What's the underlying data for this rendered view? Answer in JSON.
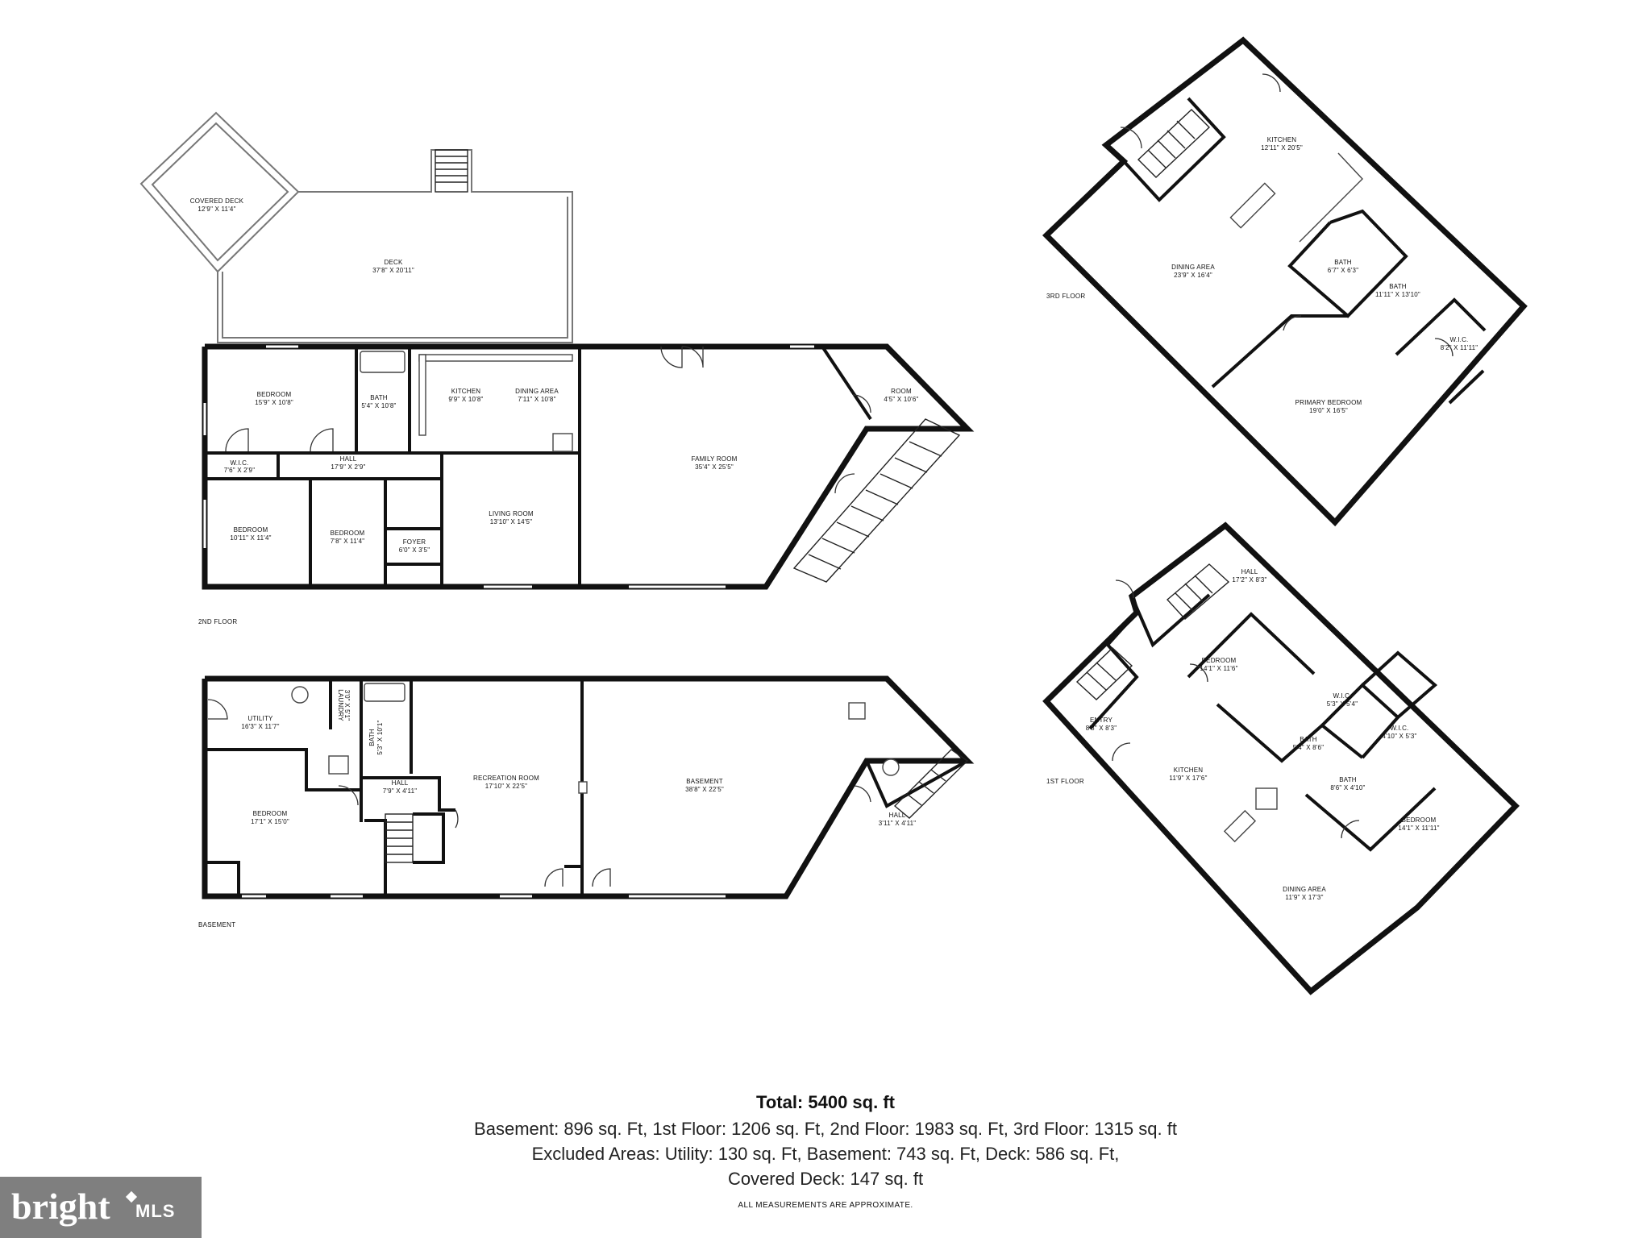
{
  "floors": {
    "second": {
      "label": "2ND FLOOR",
      "rooms": [
        {
          "name": "COVERED DECK",
          "dims": "12'9\" X 11'4\""
        },
        {
          "name": "DECK",
          "dims": "37'8\" X 20'11\""
        },
        {
          "name": "BEDROOM",
          "dims": "15'9\" X 10'8\""
        },
        {
          "name": "BATH",
          "dims": "5'4\" X 10'8\""
        },
        {
          "name": "KITCHEN",
          "dims": "9'9\" X 10'8\""
        },
        {
          "name": "DINING AREA",
          "dims": "7'11\" X 10'8\""
        },
        {
          "name": "FAMILY ROOM",
          "dims": "35'4\" X 25'5\""
        },
        {
          "name": "ROOM",
          "dims": "4'5\" X 10'6\""
        },
        {
          "name": "W.I.C.",
          "dims": "7'6\" X 2'9\""
        },
        {
          "name": "HALL",
          "dims": "17'9\" X 2'9\""
        },
        {
          "name": "BEDROOM",
          "dims": "10'11\" X 11'4\""
        },
        {
          "name": "BEDROOM",
          "dims": "7'8\" X 11'4\""
        },
        {
          "name": "FOYER",
          "dims": "6'0\" X 3'5\""
        },
        {
          "name": "LIVING ROOM",
          "dims": "13'10\" X 14'5\""
        }
      ]
    },
    "basement": {
      "label": "BASEMENT",
      "rooms": [
        {
          "name": "UTILITY",
          "dims": "16'3\" X 11'7\""
        },
        {
          "name": "LAUNDRY",
          "dims": "3'0\" X 5'1\""
        },
        {
          "name": "BATH",
          "dims": "5'3\" X 10'1\""
        },
        {
          "name": "RECREATION ROOM",
          "dims": "17'10\" X 22'5\""
        },
        {
          "name": "BASEMENT",
          "dims": "38'8\" X 22'5\""
        },
        {
          "name": "BEDROOM",
          "dims": "17'1\" X 15'0\""
        },
        {
          "name": "HALL",
          "dims": "7'9\" X 4'11\""
        },
        {
          "name": "HALL",
          "dims": "3'11\" X 4'11\""
        }
      ]
    },
    "third": {
      "label": "3RD FLOOR",
      "rooms": [
        {
          "name": "KITCHEN",
          "dims": "12'11\" X 20'5\""
        },
        {
          "name": "DINING AREA",
          "dims": "23'9\" X 16'4\""
        },
        {
          "name": "BATH",
          "dims": "6'7\" X 6'3\""
        },
        {
          "name": "BATH",
          "dims": "11'11\" X 13'10\""
        },
        {
          "name": "W.I.C.",
          "dims": "8'2\" X 11'11\""
        },
        {
          "name": "PRIMARY BEDROOM",
          "dims": "19'0\" X 16'5\""
        }
      ]
    },
    "first": {
      "label": "1ST FLOOR",
      "rooms": [
        {
          "name": "HALL",
          "dims": "17'2\" X 8'3\""
        },
        {
          "name": "BEDROOM",
          "dims": "14'1\" X 11'6\""
        },
        {
          "name": "ENTRY",
          "dims": "8'8\" X 8'3\""
        },
        {
          "name": "W.I.C.",
          "dims": "5'3\" X 5'4\""
        },
        {
          "name": "W.I.C.",
          "dims": "4'10\" X 5'3\""
        },
        {
          "name": "BATH",
          "dims": "5'4\" X 8'6\""
        },
        {
          "name": "BATH",
          "dims": "8'6\" X 4'10\""
        },
        {
          "name": "KITCHEN",
          "dims": "11'9\" X 17'6\""
        },
        {
          "name": "BEDROOM",
          "dims": "14'1\" X 11'11\""
        },
        {
          "name": "DINING AREA",
          "dims": "11'9\" X 17'3\""
        }
      ]
    }
  },
  "summary": {
    "total": "Total: 5400 sq. ft",
    "line1": "Basement: 896 sq. Ft, 1st Floor: 1206 sq. Ft, 2nd Floor: 1983 sq. Ft, 3rd Floor: 1315 sq. ft",
    "line2": "Excluded Areas: Utility: 130 sq. Ft, Basement: 743 sq. Ft, Deck: 586 sq. Ft,",
    "line3": "Covered Deck: 147 sq. ft",
    "disclaimer": "ALL MEASUREMENTS ARE APPROXIMATE."
  },
  "logo": {
    "brand": "bright",
    "suffix": "MLS",
    "bg": "#7f7f7f"
  }
}
